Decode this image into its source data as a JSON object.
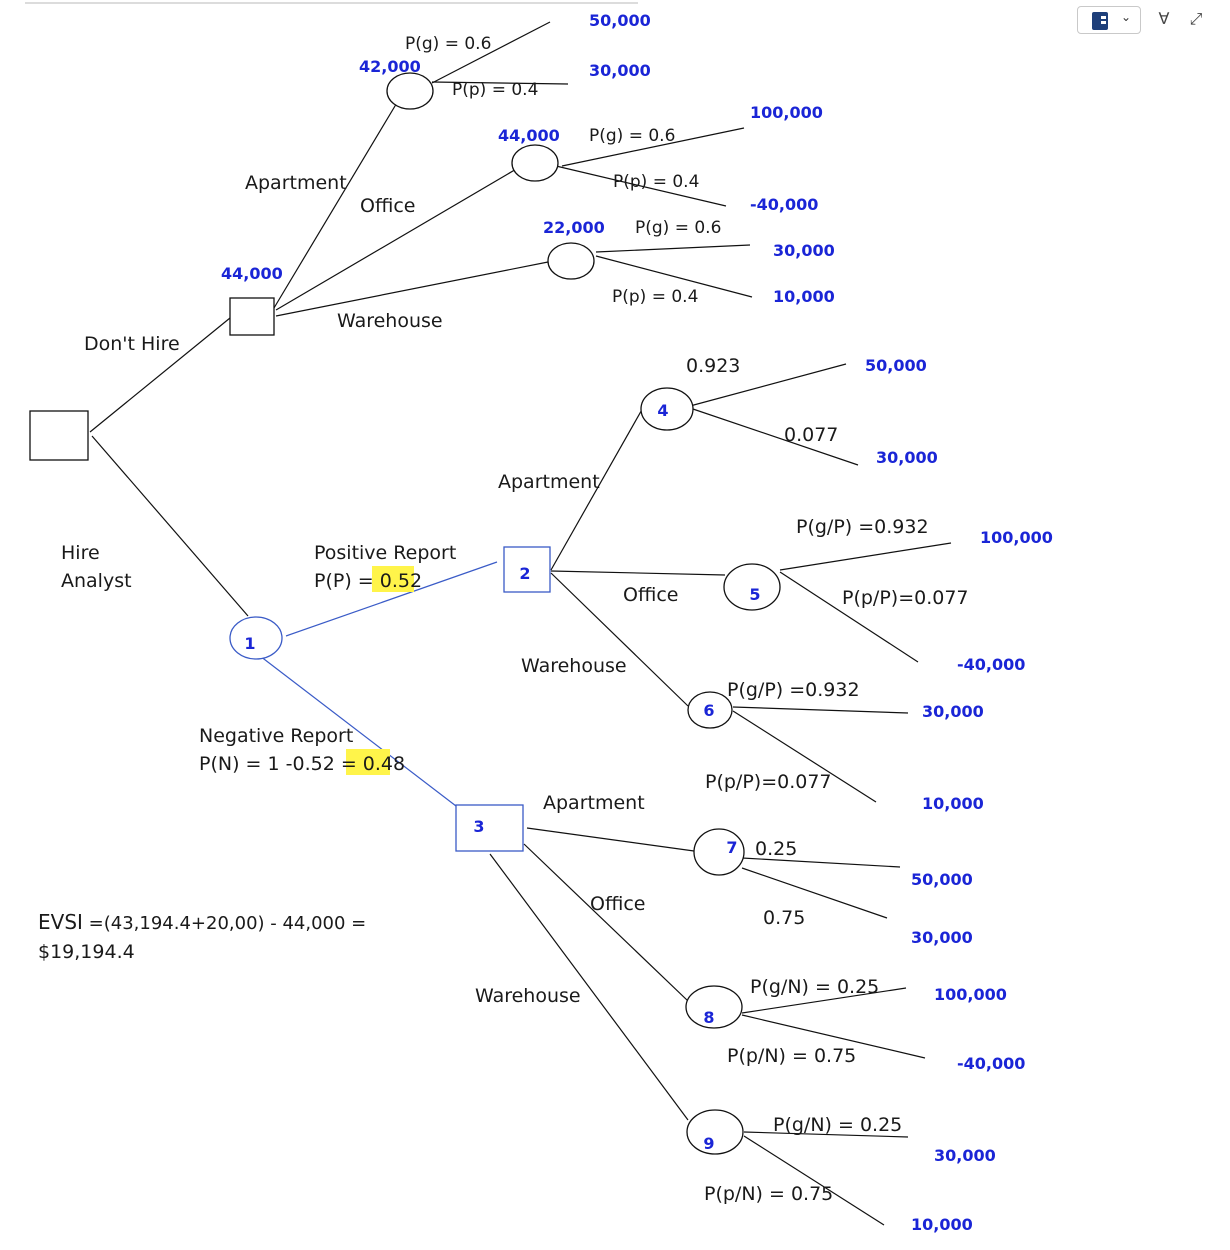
{
  "toolbar": {
    "notebook_icon": "notebook-icon",
    "chevron": "⌄",
    "pen_icon": "∀",
    "expand_icon": "⤢"
  },
  "labels": {
    "dont_hire": "Don't Hire",
    "hire": "Hire",
    "analyst": "Analyst",
    "apartment": "Apartment",
    "office": "Office",
    "warehouse": "Warehouse",
    "positive_report": "Positive Report",
    "pp_prefix": "P(P) = ",
    "pp_value": "0.52",
    "negative_report": "Negative Report",
    "pn_prefix": "P(N) = 1 -0.52 = ",
    "pn_value": "0.48"
  },
  "nodes": {
    "n1": "1",
    "n2": "2",
    "n3": "3",
    "n4": "4",
    "n5": "5",
    "n6": "6",
    "n7": "7",
    "n8": "8",
    "n9": "9"
  },
  "expected_values": {
    "decision_dont_hire": "44,000",
    "apartment": "42,000",
    "office": "44,000",
    "warehouse": "22,000"
  },
  "probabilities": {
    "apt_g": "P(g) = 0.6",
    "apt_p": "P(p) = 0.4",
    "off_g": "P(g) = 0.6",
    "off_p": "P(p) = 0.4",
    "wh_g": "P(g) = 0.6",
    "wh_p": "P(p) = 0.4",
    "n4_g": "0.923",
    "n4_p": "0.077",
    "n5_g": "P(g/P) =0.932",
    "n5_p": "P(p/P)=0.077",
    "n6_g": "P(g/P) =0.932",
    "n6_p": "P(p/P)=0.077",
    "n7_g": "0.25",
    "n7_p": "0.75",
    "n8_g": "P(g/N) = 0.25",
    "n8_p": "P(p/N) = 0.75",
    "n9_g": "P(g/N) = 0.25",
    "n9_p": "P(p/N) = 0.75"
  },
  "payoffs": {
    "apt_g": "50,000",
    "apt_p": "30,000",
    "off_g": "100,000",
    "off_p": "-40,000",
    "wh_g": "30,000",
    "wh_p": "10,000",
    "n4_g": "50,000",
    "n4_p": "30,000",
    "n5_g": "100,000",
    "n5_p": "-40,000",
    "n6_g": "30,000",
    "n6_p": "10,000",
    "n7_g": "50,000",
    "n7_p": "30,000",
    "n8_g": "100,000",
    "n8_p": "-40,000",
    "n9_g": "30,000",
    "n9_p": "10,000"
  },
  "evsi": {
    "prefix": "EVSI",
    "formula": " =(43,194.4+20,00) - 44,000 =",
    "result": "$19,194.4"
  },
  "colors": {
    "value_blue": "#1a25d6",
    "line_blue": "#3a5bc7",
    "highlight": "#fff44a"
  }
}
